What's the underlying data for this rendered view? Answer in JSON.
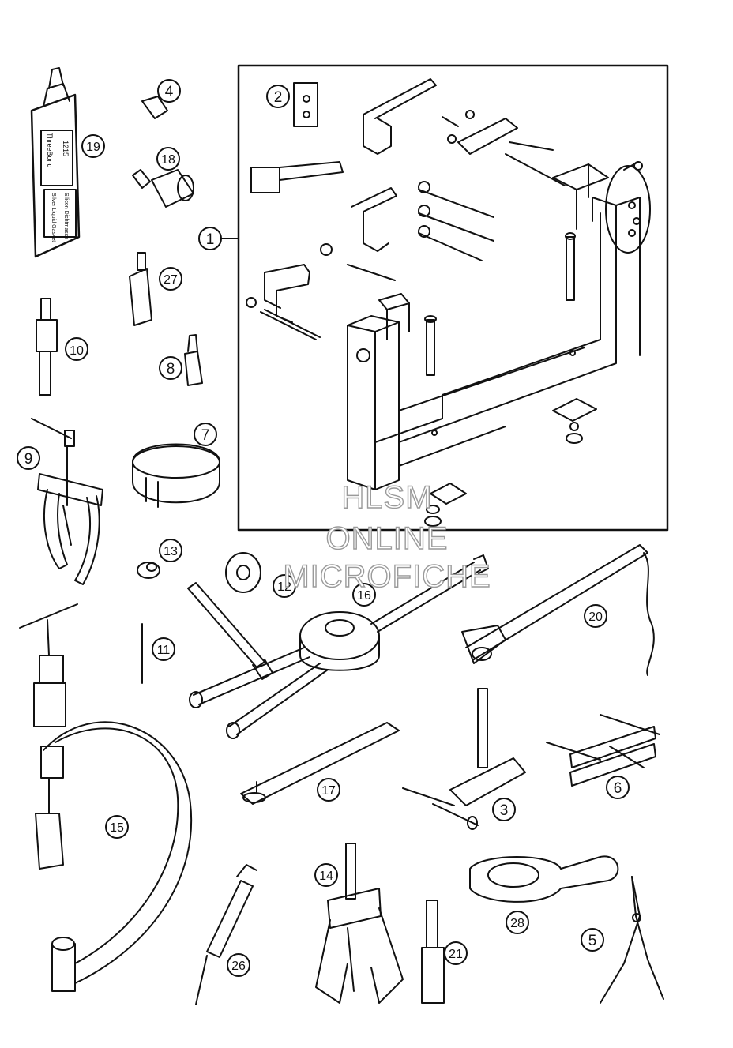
{
  "watermark": {
    "line1": "HLSM",
    "line2": "ONLINE",
    "line3": "MICROFICHE"
  },
  "tube_text": {
    "brand": "ThreeBond",
    "code": "1215",
    "caption1": "Silver Liquid Gasket",
    "caption2": "Silicon Dichtmasse"
  },
  "callouts": [
    {
      "id": "c1",
      "label": "1"
    },
    {
      "id": "c2",
      "label": "2"
    },
    {
      "id": "c3",
      "label": "3"
    },
    {
      "id": "c4",
      "label": "4"
    },
    {
      "id": "c5",
      "label": "5"
    },
    {
      "id": "c6",
      "label": "6"
    },
    {
      "id": "c7",
      "label": "7"
    },
    {
      "id": "c8",
      "label": "8"
    },
    {
      "id": "c9",
      "label": "9"
    },
    {
      "id": "c10",
      "label": "10"
    },
    {
      "id": "c11",
      "label": "11"
    },
    {
      "id": "c12",
      "label": "12"
    },
    {
      "id": "c13",
      "label": "13"
    },
    {
      "id": "c14",
      "label": "14"
    },
    {
      "id": "c15",
      "label": "15"
    },
    {
      "id": "c16",
      "label": "16"
    },
    {
      "id": "c17",
      "label": "17"
    },
    {
      "id": "c18",
      "label": "18"
    },
    {
      "id": "c19",
      "label": "19"
    },
    {
      "id": "c20",
      "label": "20"
    },
    {
      "id": "c21",
      "label": "21"
    },
    {
      "id": "c26",
      "label": "26"
    },
    {
      "id": "c27",
      "label": "27"
    },
    {
      "id": "c28",
      "label": "28"
    }
  ]
}
